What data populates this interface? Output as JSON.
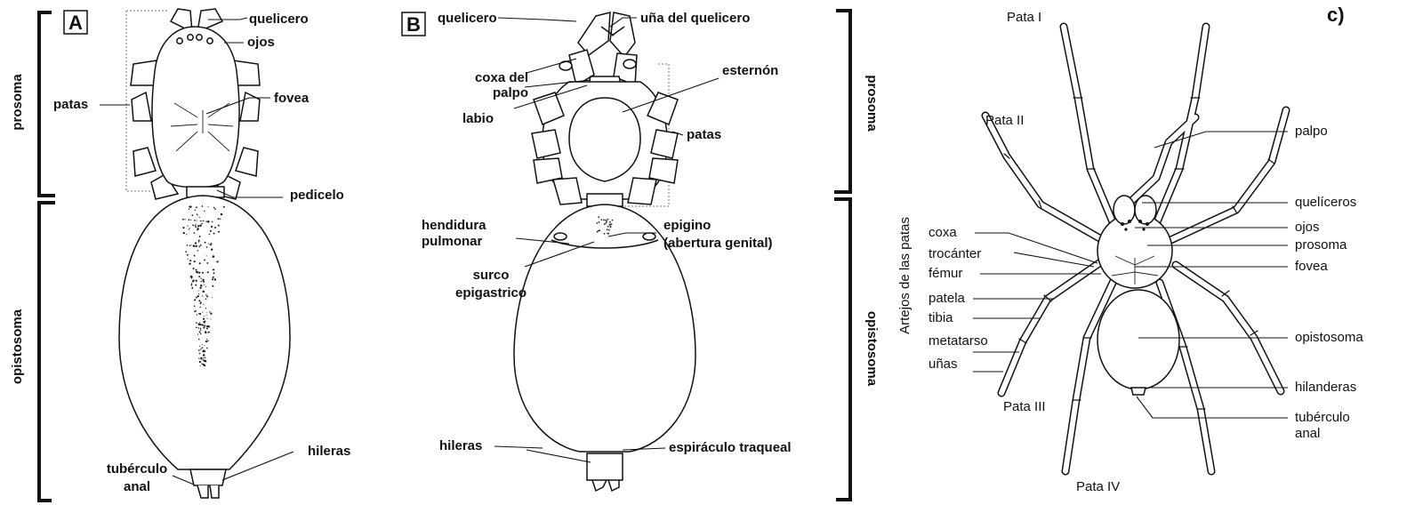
{
  "panel_a": {
    "letter": "A",
    "sections": {
      "prosoma": "prosoma",
      "opistosoma": "opistosoma"
    },
    "labels": {
      "quelicero": "quelicero",
      "ojos": "ojos",
      "patas": "patas",
      "fovea": "fovea",
      "pedicelo": "pedicelo",
      "hileras": "hileras",
      "tuberculo_1": "tubérculo",
      "tuberculo_2": "anal"
    }
  },
  "panel_b": {
    "letter": "B",
    "sections": {
      "prosoma": "prosoma",
      "opistosoma": "opistosoma"
    },
    "labels": {
      "quelicero": "quelicero",
      "una_quelicero": "uña del quelicero",
      "coxa_1": "coxa del",
      "coxa_2": "palpo",
      "esternon": "esternón",
      "labio": "labio",
      "patas": "patas",
      "hendidura_1": "hendidura",
      "hendidura_2": "pulmonar",
      "epigino_1": "epigino",
      "epigino_2": "(abertura genital)",
      "surco_1": "surco",
      "surco_2": "epigastrico",
      "hileras": "hileras",
      "espiraculo": "espiráculo traqueal"
    }
  },
  "panel_c": {
    "letter": "c)",
    "leg_segments_title": "Artejos de las patas",
    "legs": {
      "leg1": "Pata I",
      "leg2": "Pata II",
      "leg3": "Pata III",
      "leg4": "Pata IV"
    },
    "left_labels": {
      "coxa": "coxa",
      "trocanter": "trocánter",
      "femur": "fémur",
      "patela": "patela",
      "tibia": "tibia",
      "metatarso": "metatarso",
      "unas": "uñas"
    },
    "right_labels": {
      "palpo": "palpo",
      "queliceros": "quelíceros",
      "ojos": "ojos",
      "prosoma": "prosoma",
      "fovea": "fovea",
      "opistosoma": "opistosoma",
      "hilanderas": "hilanderas",
      "tuberculo_1": "tubérculo",
      "tuberculo_2": "anal"
    }
  }
}
